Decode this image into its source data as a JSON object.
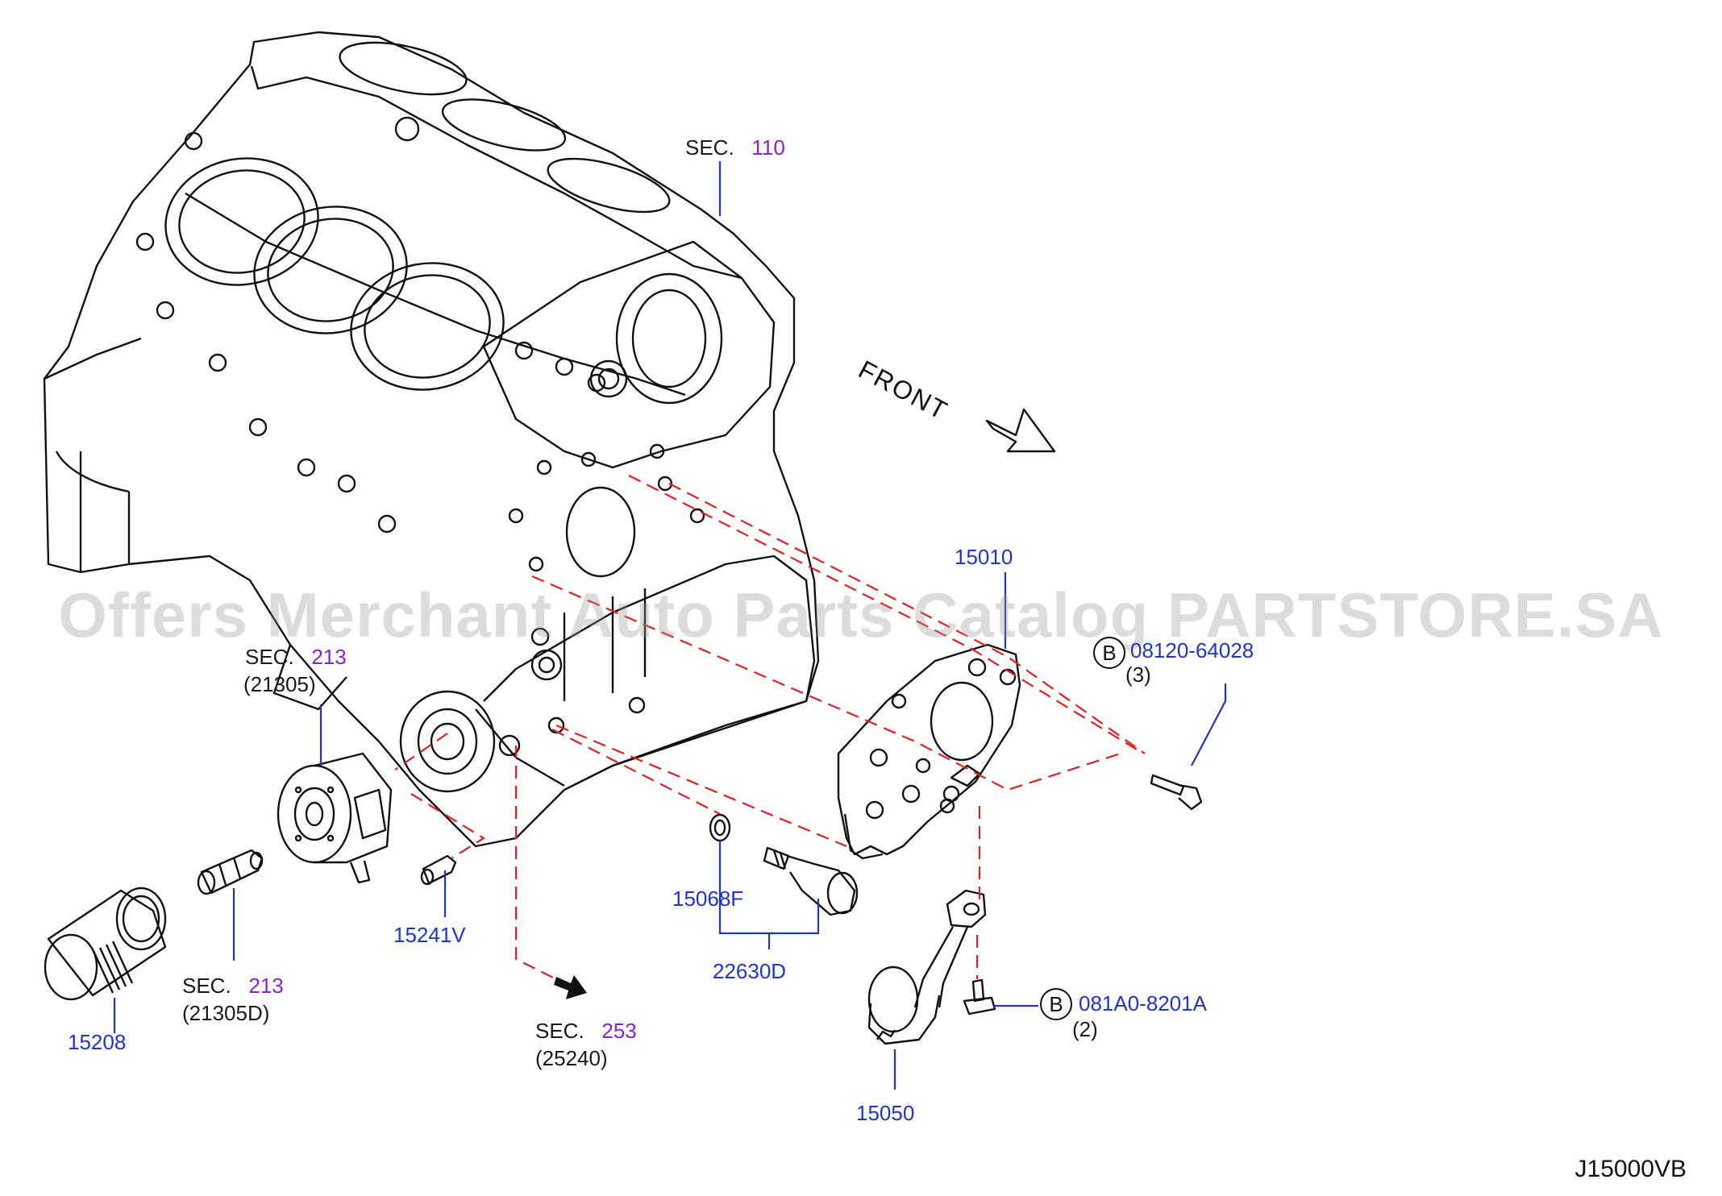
{
  "diagram": {
    "watermark": "Offers Merchant Auto Parts Catalog PARTSTORE.SA",
    "diagram_code": "J15000VB",
    "direction_label": "FRONT",
    "callouts": {
      "sec110": {
        "prefix": "SEC.",
        "number": "110"
      },
      "sec213_cooler": {
        "prefix": "SEC.",
        "number": "213",
        "ref": "(21305)"
      },
      "sec213_connector": {
        "prefix": "SEC.",
        "number": "213",
        "ref": "(21305D)"
      },
      "sec253": {
        "prefix": "SEC.",
        "number": "253",
        "ref": "(25240)"
      }
    },
    "parts": {
      "oil_pump": "15010",
      "pump_bolt": {
        "badge": "B",
        "number": "08120-64028",
        "qty": "(3)"
      },
      "strainer_bolt": {
        "badge": "B",
        "number": "081A0-8201A",
        "qty": "(2)"
      },
      "relief_valve": "15241V",
      "gasket": "15068F",
      "sensor": "22630D",
      "oil_filter": "15208",
      "strainer": "15050"
    },
    "colors": {
      "part_number": "#1f35c8",
      "section_number": "#8a22c8",
      "leader_line": "#1f35c8",
      "dashed_guide": "#e02020",
      "outline": "#111111"
    }
  }
}
